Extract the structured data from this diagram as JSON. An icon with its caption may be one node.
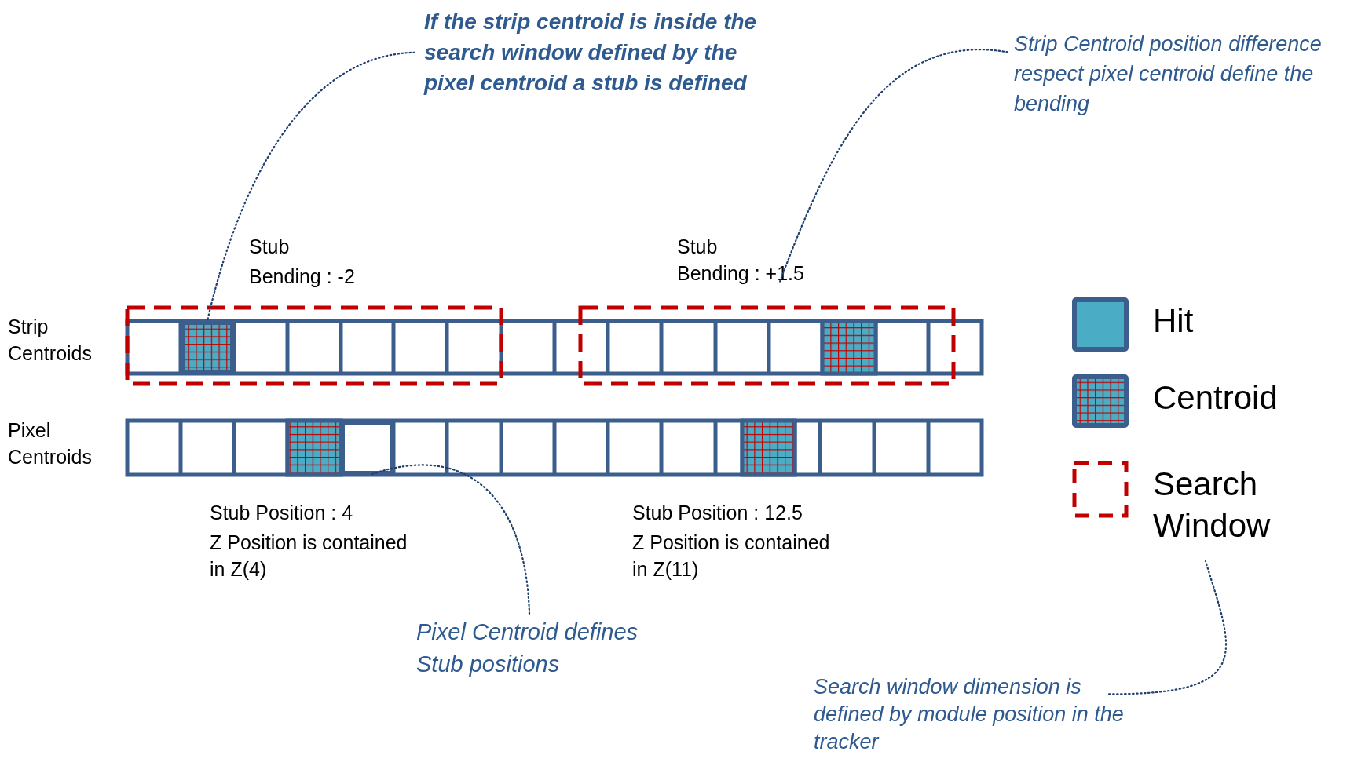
{
  "diagram": {
    "nodes": [
      {
        "text": [
          "If the strip centroid is inside the search window defined by the pixel centroid a stub is defined"
        ]
      },
      {
        "text": [
          "Strip Centroid position difference respect pixel centroid define the bending"
        ]
      },
      {
        "text": [
          "Pixel Centroid defines Stub positions"
        ]
      },
      {
        "text": [
          "Search window dimension is defined by module position in the tracker"
        ]
      },
      {
        "text": [],
        "shape": "box"
      },
      {
        "text": [
          "Stub",
          "Bending : +1.5"
        ]
      },
      {
        "text": [],
        "shape": "box"
      }
    ],
    "edges": [
      {
        "from": 0,
        "to": 4,
        "arrow": "none"
      },
      {
        "from": 1,
        "to": 5,
        "arrow": "none"
      },
      {
        "from": 2,
        "to": 6,
        "arrow": "none"
      },
      {
        "from": 3,
        "to": null,
        "arrow": "none"
      }
    ],
    "labels": [
      "Stub",
      "Bending : -2",
      "Strip Centroids",
      "Pixel Centroids",
      "Stub Position : 4",
      "Z Position is contained in Z(4)",
      "Stub Position : 12.5",
      "Z Position is contained in Z(11)"
    ],
    "legend": [
      {
        "text": "Hit",
        "color": "#4bacc6"
      },
      {
        "text": "Centroid"
      },
      {
        "text": "Search Window"
      }
    ]
  }
}
